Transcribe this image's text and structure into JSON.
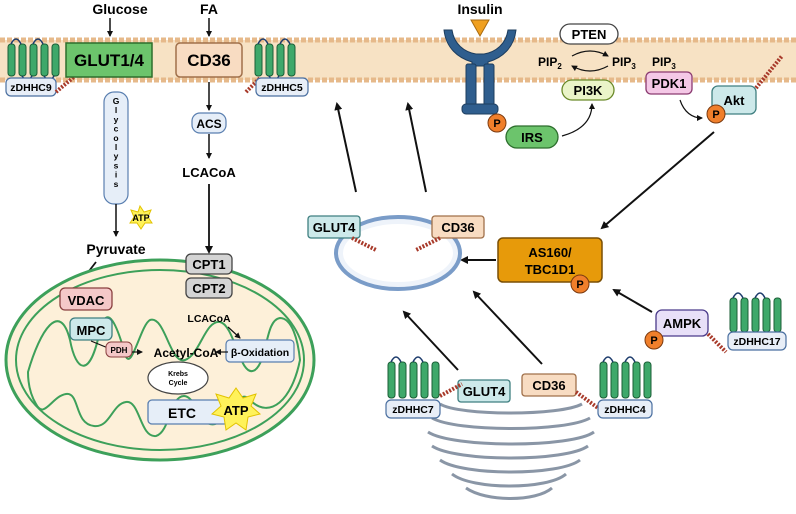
{
  "inputs": {
    "glucose": "Glucose",
    "fa": "FA",
    "insulin": "Insulin"
  },
  "transporters": {
    "glut14": "GLUT1/4",
    "cd36_membrane": "CD36",
    "glut4_vesicle": "GLUT4",
    "cd36_vesicle": "CD36",
    "glut4_golgi": "GLUT4",
    "cd36_golgi": "CD36"
  },
  "enzymes": {
    "zdhhc9": "zDHHC9",
    "zdhhc5": "zDHHC5",
    "zdhhc7": "zDHHC7",
    "zdhhc4": "zDHHC4",
    "zdhhc17": "zDHHC17"
  },
  "metabolism": {
    "glycolysis": "Glycolysis",
    "atp": "ATP",
    "pyruvate": "Pyruvate",
    "acs": "ACS",
    "lcacoa": "LCACoA",
    "cpt1": "CPT1",
    "cpt2": "CPT2",
    "lcacoa_mito": "LCACoA",
    "vdac": "VDAC",
    "mpc": "MPC",
    "pdh": "PDH",
    "acetylcoa": "Acetyl-CoA",
    "krebs_line1": "Krebs",
    "krebs_line2": "Cycle",
    "beta_ox": "β-Oxidation",
    "etc": "ETC",
    "atp_mito": "ATP"
  },
  "signaling": {
    "pten": "PTEN",
    "pip2_base": "PIP",
    "pip2_sub": "2",
    "pip3_base": "PIP",
    "pip3_sub": "3",
    "pi3k": "PI3K",
    "irs": "IRS",
    "pip3b_base": "PIP",
    "pip3b_sub": "3",
    "pdk1": "PDK1",
    "akt": "Akt",
    "as160_line1": "AS160/",
    "as160_line2": "TBC1D1",
    "ampk": "AMPK",
    "phospho": "P"
  },
  "colors": {
    "membrane": "#f5d8b0",
    "helix_green": "#3ea86a",
    "glut_fill": "#6cc46c",
    "cd36_fill": "#f8dcc2",
    "teal_fill": "#cde9ea",
    "pink_fill": "#f4c8c8",
    "as160_fill": "#e79a0a",
    "phospho_fill": "#f07f2b",
    "receptor_blue": "#2f5e8e",
    "palm_red": "#a83a2a",
    "mito_fill": "#fdf0d9",
    "mito_border": "#3da05a"
  }
}
